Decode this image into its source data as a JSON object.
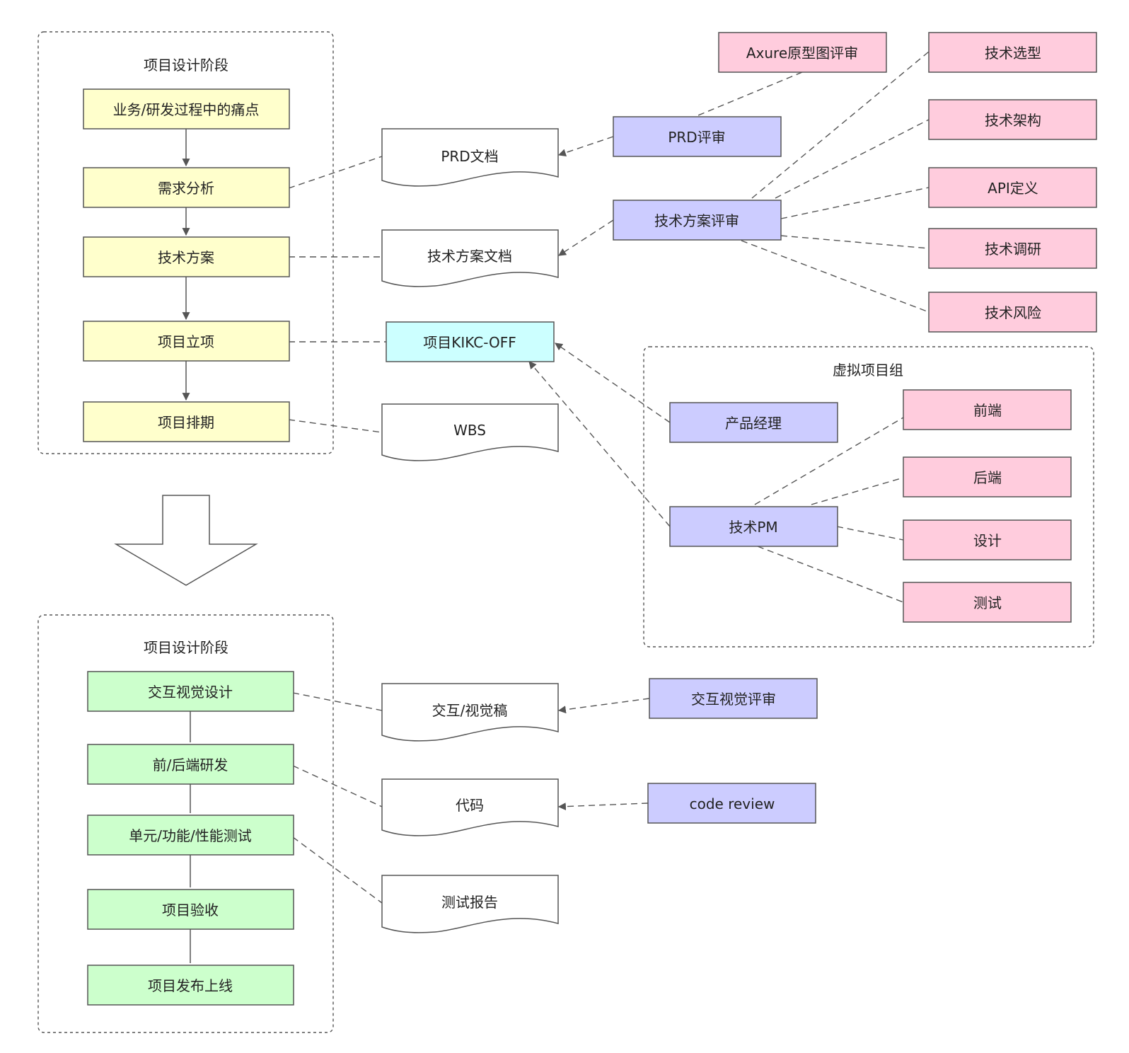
{
  "groups": {
    "design_top": "项目设计阶段",
    "design_bottom": "项目设计阶段",
    "virtual_team": "虚拟项目组"
  },
  "flow_top": {
    "pain_points": "业务/研发过程中的痛点",
    "requirements": "需求分析",
    "tech_plan": "技术方案",
    "approval": "项目立项",
    "schedule": "项目排期"
  },
  "flow_bottom": {
    "ui_design": "交互视觉设计",
    "dev": "前/后端研发",
    "testing": "单元/功能/性能测试",
    "acceptance": "项目验收",
    "release": "项目发布上线"
  },
  "documents": {
    "prd_doc": "PRD文档",
    "tech_doc": "技术方案文档",
    "wbs": "WBS",
    "ui_draft": "交互/视觉稿",
    "code": "代码",
    "test_report": "测试报告"
  },
  "kickoff": "项目KIKC-OFF",
  "reviews": {
    "axure": "Axure原型图评审",
    "prd": "PRD评审",
    "tech": "技术方案评审",
    "ui": "交互视觉评审",
    "code": "code review"
  },
  "tech_topics": {
    "selection": "技术选型",
    "architecture": "技术架构",
    "api": "API定义",
    "research": "技术调研",
    "risk": "技术风险"
  },
  "roles": {
    "product_manager": "产品经理",
    "tech_pm": "技术PM",
    "frontend": "前端",
    "backend": "后端",
    "design": "设计",
    "test": "测试"
  },
  "colors": {
    "flow_top": "#ffffcc",
    "flow_bottom": "#ccffcc",
    "review": "#ccccff",
    "topic": "#ffccdd",
    "kickoff": "#ccffff",
    "line": "#555555"
  }
}
